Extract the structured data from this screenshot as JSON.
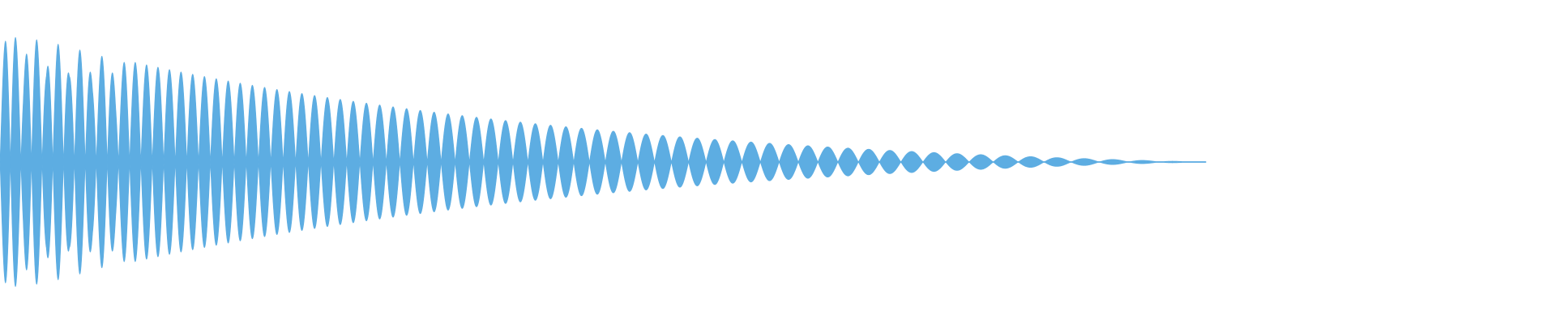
{
  "waveform": {
    "color": "#5DADE2",
    "background": "#FFFFFF",
    "decay_start": 1.0,
    "decay_end": 0.0,
    "visible_fraction": 0.775,
    "cycles": 58
  }
}
